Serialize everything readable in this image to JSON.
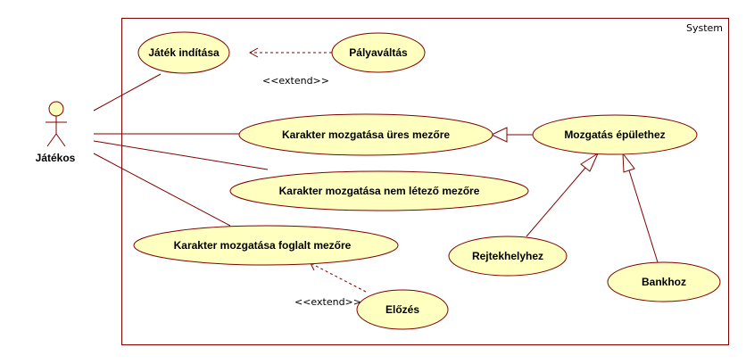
{
  "system": {
    "label": "System"
  },
  "actor": {
    "name": "Játékos"
  },
  "use_cases": {
    "jatek_inditasa": "Játék indítása",
    "palyavaltas": "Pályaváltás",
    "ures_mezore": "Karakter mozgatása üres mezőre",
    "nem_letezo_mezore": "Karakter mozgatása nem létező mezőre",
    "foglalt_mezore": "Karakter mozgatása foglalt mezőre",
    "elozes": "Előzés",
    "mozgatas_epulethez": "Mozgatás épülethez",
    "rejtekhelyhez": "Rejtekhelyhez",
    "bankhoz": "Bankhoz"
  },
  "stereotypes": {
    "extend_top": "<<extend>>",
    "extend_bottom": "<<extend>>"
  },
  "colors": {
    "usecase_fill": "#ffffc0",
    "line": "#800000",
    "ink": "#000000"
  }
}
